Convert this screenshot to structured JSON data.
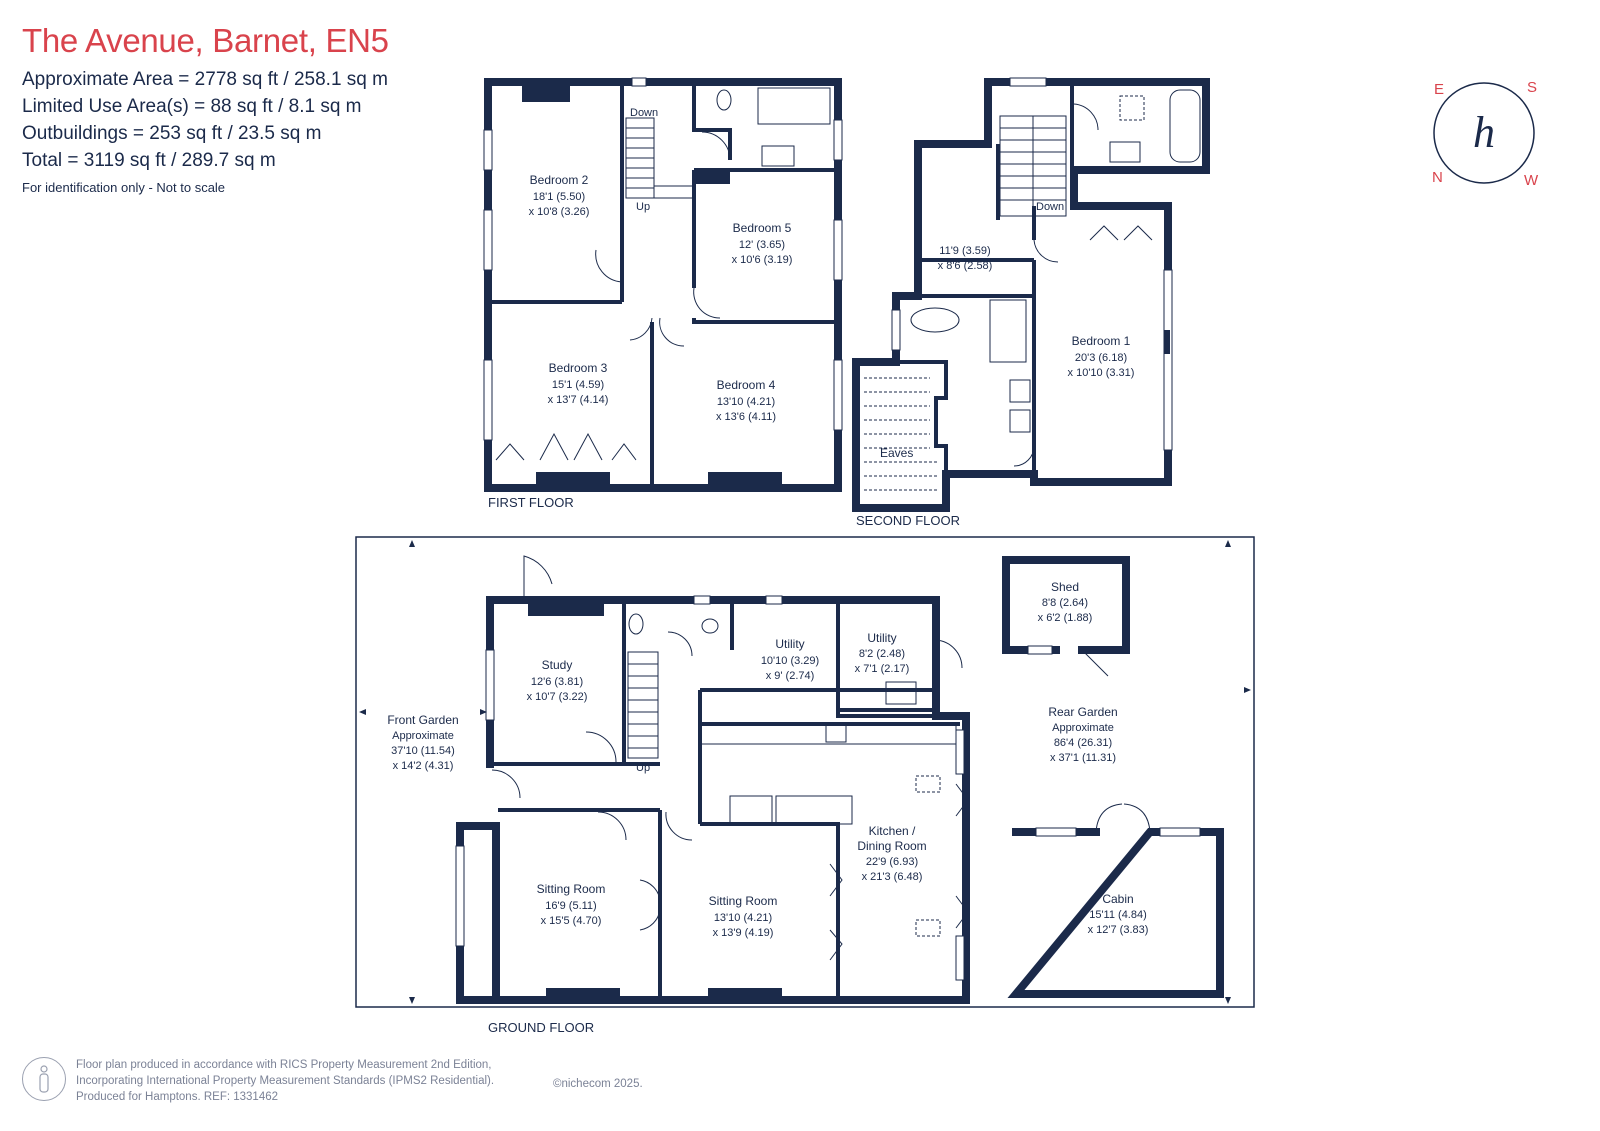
{
  "header": {
    "title": "The Avenue, Barnet, EN5",
    "areas": [
      "Approximate Area = 2778 sq ft / 258.1 sq m",
      "Limited Use Area(s) = 88 sq ft / 8.1 sq m",
      "Outbuildings = 253 sq ft / 23.5 sq m",
      "Total = 3119 sq ft / 289.7 sq m"
    ],
    "note": "For identification only - Not to scale"
  },
  "compass": {
    "letters": [
      "S",
      "W",
      "N",
      "E"
    ],
    "logo": "h"
  },
  "floors": {
    "first": "FIRST FLOOR",
    "second": "SECOND FLOOR",
    "ground": "GROUND FLOOR"
  },
  "rooms": {
    "bedroom2": {
      "name": "Bedroom 2",
      "dim1": "18'1 (5.50)",
      "dim2": "x 10'8 (3.26)"
    },
    "bedroom5": {
      "name": "Bedroom 5",
      "dim1": "12' (3.65)",
      "dim2": "x 10'6 (3.19)"
    },
    "bedroom3": {
      "name": "Bedroom 3",
      "dim1": "15'1 (4.59)",
      "dim2": "x 13'7 (4.14)"
    },
    "bedroom4": {
      "name": "Bedroom 4",
      "dim1": "13'10 (4.21)",
      "dim2": "x 13'6 (4.11)"
    },
    "secondRoom": {
      "dim1": "11'9 (3.59)",
      "dim2": "x 8'6 (2.58)"
    },
    "bedroom1": {
      "name": "Bedroom 1",
      "dim1": "20'3 (6.18)",
      "dim2": "x 10'10 (3.31)"
    },
    "eaves": {
      "name": "Eaves"
    },
    "study": {
      "name": "Study",
      "dim1": "12'6 (3.81)",
      "dim2": "x 10'7 (3.22)"
    },
    "utility1": {
      "name": "Utility",
      "dim1": "10'10 (3.29)",
      "dim2": "x 9' (2.74)"
    },
    "utility2": {
      "name": "Utility",
      "dim1": "8'2 (2.48)",
      "dim2": "x 7'1 (2.17)"
    },
    "shed": {
      "name": "Shed",
      "dim1": "8'8 (2.64)",
      "dim2": "x 6'2 (1.88)"
    },
    "frontGarden": {
      "name": "Front Garden",
      "sub": "Approximate",
      "dim1": "37'10 (11.54)",
      "dim2": "x 14'2 (4.31)"
    },
    "rearGarden": {
      "name": "Rear Garden",
      "sub": "Approximate",
      "dim1": "86'4 (26.31)",
      "dim2": "x 37'1 (11.31)"
    },
    "kitchen": {
      "name": "Kitchen /",
      "name2": "Dining Room",
      "dim1": "22'9 (6.93)",
      "dim2": "x 21'3 (6.48)"
    },
    "sitting1": {
      "name": "Sitting Room",
      "dim1": "16'9 (5.11)",
      "dim2": "x 15'5 (4.70)"
    },
    "sitting2": {
      "name": "Sitting Room",
      "dim1": "13'10 (4.21)",
      "dim2": "x 13'9 (4.19)"
    },
    "cabin": {
      "name": "Cabin",
      "dim1": "15'11 (4.84)",
      "dim2": "x 12'7 (3.83)"
    }
  },
  "stairs": {
    "down": "Down",
    "up": "Up"
  },
  "footer": {
    "lines": [
      "Floor plan produced in accordance with RICS Property Measurement 2nd Edition,",
      "Incorporating International Property Measurement Standards (IPMS2 Residential).",
      "Produced for Hamptons.  REF:  1331462"
    ],
    "copyright": "©nichecom 2025."
  },
  "colors": {
    "wall": "#1b2a4a",
    "title": "#d9434c",
    "footer": "#7b8296"
  }
}
